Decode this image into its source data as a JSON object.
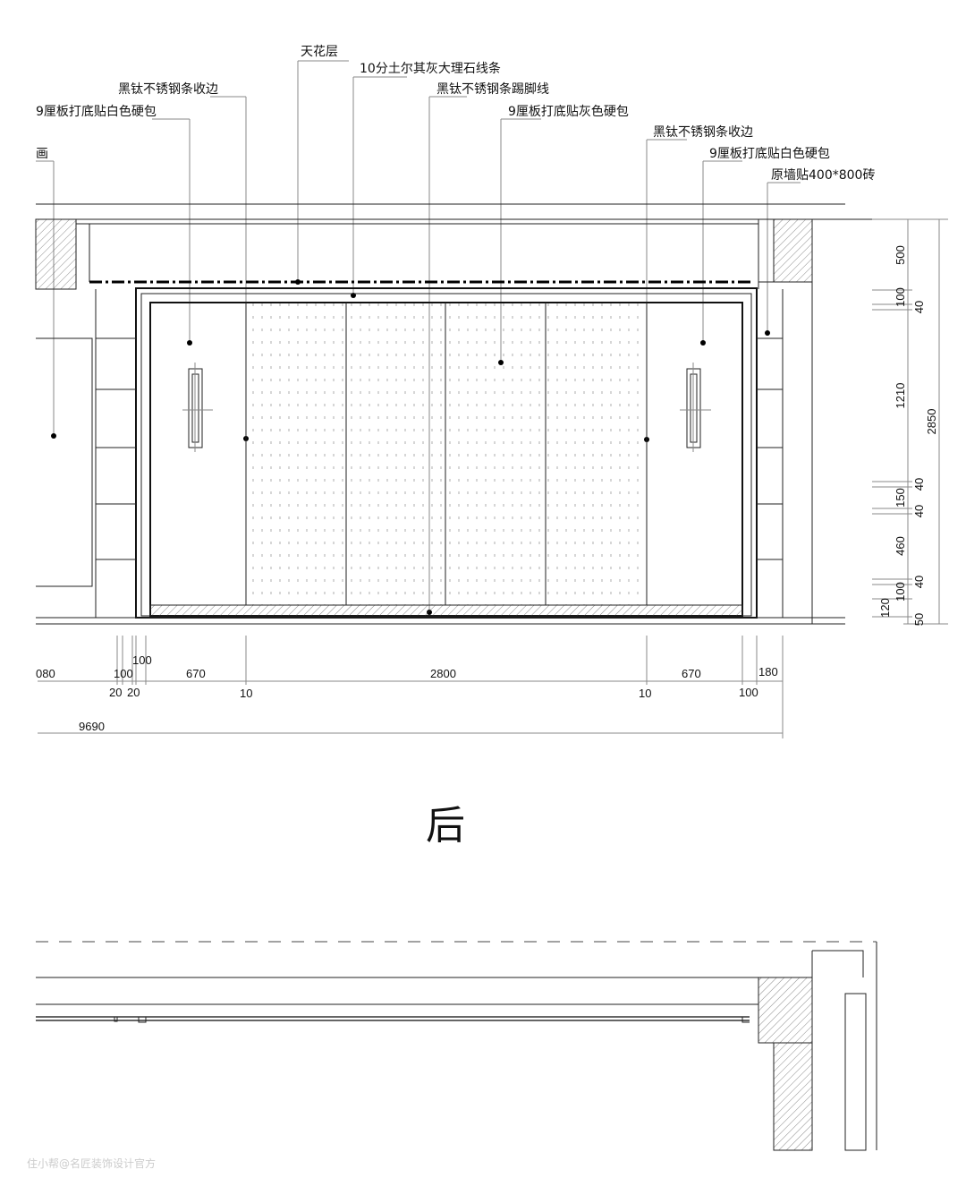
{
  "drawing": {
    "labels": [
      "天花层",
      "10分土尔其灰大理石线条",
      "黑钛不锈钢条收边",
      "9厘板打底贴白色硬包",
      "画",
      "黑钛不锈钢条踢脚线",
      "9厘板打底贴灰色硬包",
      "黑钛不锈钢条收边",
      "9厘板打底贴白色硬包",
      "原墙贴400*800砖"
    ],
    "vertical_dims": [
      "500",
      "100",
      "40",
      "1210",
      "40",
      "150",
      "40",
      "460",
      "40",
      "100",
      "120",
      "50"
    ],
    "vertical_total": "2850",
    "horizontal_dims_top": [
      "080",
      "100",
      "100",
      "670",
      "2800",
      "670",
      "180"
    ],
    "horizontal_dims_bottom": [
      "20",
      "20",
      "10",
      "10",
      "100"
    ],
    "horizontal_total": "9690",
    "view_title": "后",
    "watermark": "住小帮@名匠装饰设计官方"
  }
}
